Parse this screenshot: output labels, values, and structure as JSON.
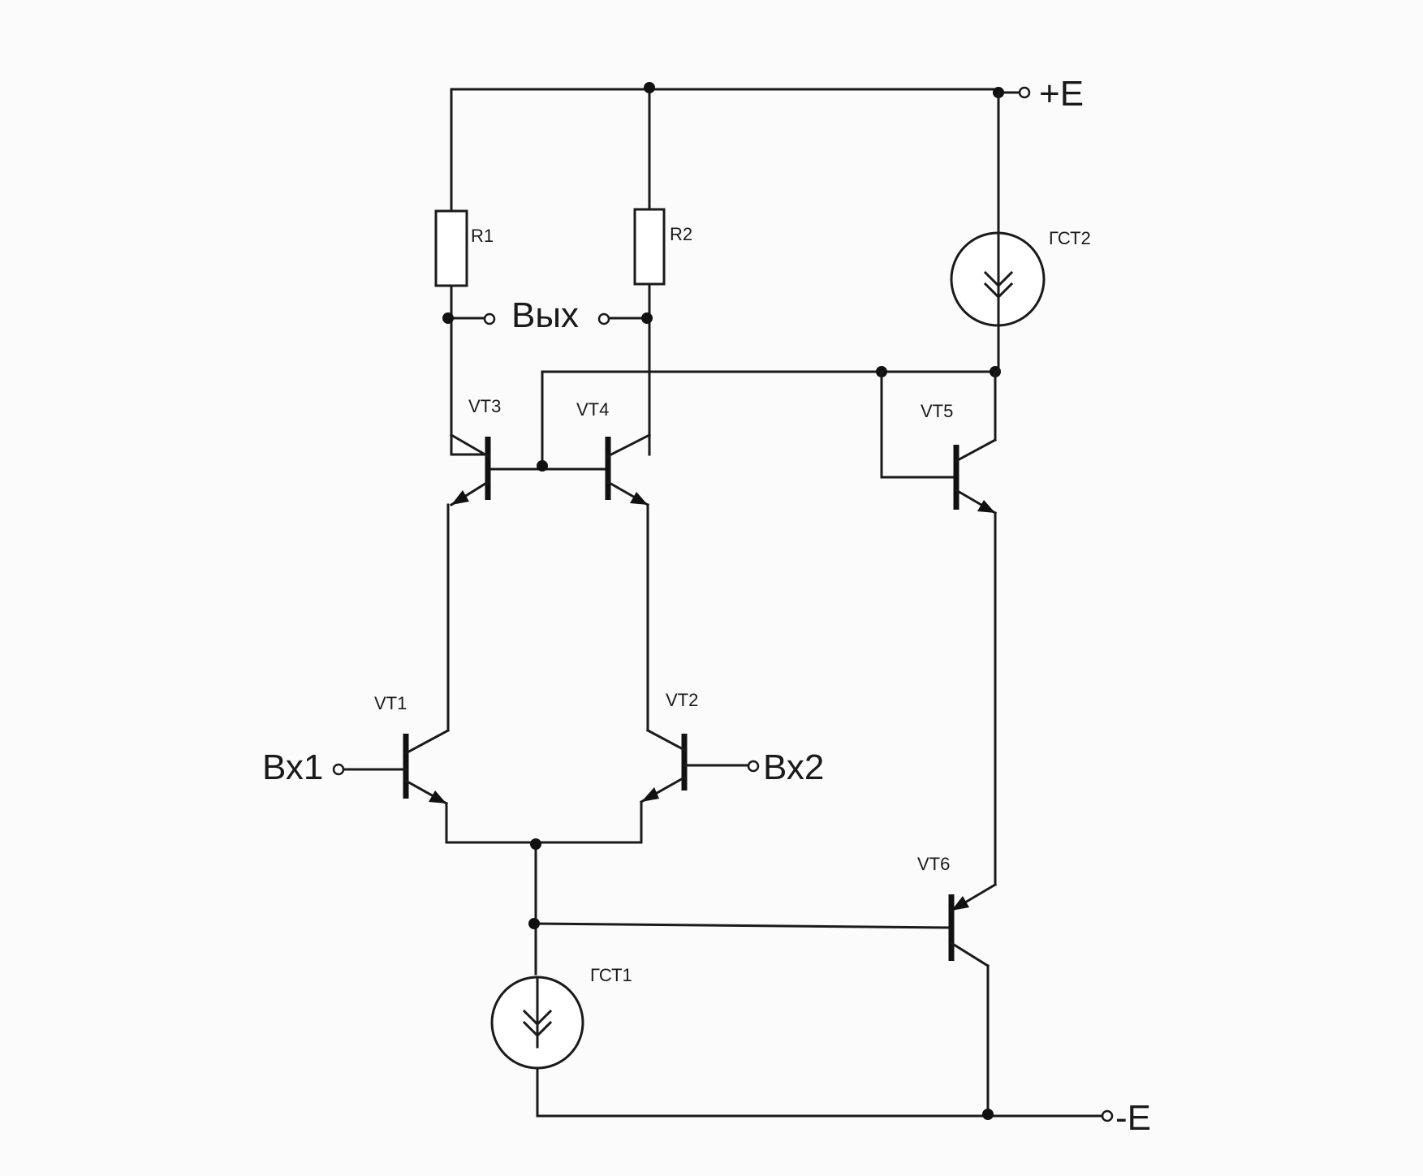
{
  "terminals": {
    "plus_e": "+E",
    "minus_e": "-E",
    "out": "Вых",
    "in1": "Вх1",
    "in2": "Вх2"
  },
  "components": {
    "r1": "R1",
    "r2": "R2",
    "vt1": "VT1",
    "vt2": "VT2",
    "vt3": "VT3",
    "vt4": "VT4",
    "vt5": "VT5",
    "vt6": "VT6",
    "gst1": "ГСТ1",
    "gst2": "ГСТ2"
  }
}
